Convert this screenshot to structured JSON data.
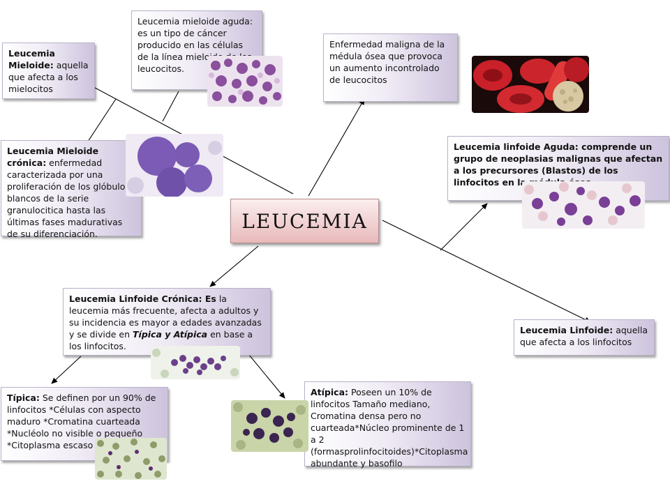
{
  "title": "LEUCEMIA",
  "boxes": {
    "mieloide": {
      "heading": "Leucemia Mieloide:",
      "body": " aquella que afecta a los mielocitos"
    },
    "mieloide_aguda": {
      "text": "Leucemia mieloide aguda: es un tipo de cáncer producido en las células de la línea mieloide de los leucocitos."
    },
    "enfermedad": {
      "text": "Enfermedad maligna de la médula ósea que provoca un aumento incontrolado de leucocitos"
    },
    "mieloide_cronica": {
      "heading": "Leucemia Mieloide crónica:",
      "body": " enfermedad caracterizada por una proliferación de los glóbulos blancos de la serie granulocitica hasta las últimas fases madurativas de su diferenciación."
    },
    "linfoide_aguda": {
      "heading": "Leucemia linfoide Aguda: comprende un grupo de neoplasias malignas que afectan a los precursores (Blastos) de los linfocitos en la médula ósea."
    },
    "linfoide_cronica": {
      "heading": "Leucemia Linfoide Crónica: Es",
      "body1": " la leucemia más frecuente, afecta a adultos y su incidencia es mayor a edades avanzadas y se divide en ",
      "em": "Típica y Atípica",
      "body2": " en base a los linfocitos."
    },
    "linfoide": {
      "heading": "Leucemia Linfoide:",
      "body": " aquella que afecta a los linfocitos"
    },
    "tipica": {
      "heading": "Típica:",
      "body": " Se definen por un 90% de linfocitos *Células con aspecto maduro *Cromatina cuarteada *Nucléolo no visible o pequeño *Citoplasma escaso"
    },
    "atipica": {
      "heading": "Atípica:",
      "body": " Poseen un 10% de linfocitos Tamaño mediano, Cromatina densa pero no cuarteada*Núcleo prominente de 1 a 2 (formasprolinfocitoides)*Citoplasma abundante y basofilo"
    }
  },
  "images": {
    "mieloide_aguda": "blood-smear-purple",
    "red_cells": "red-blood-cells",
    "mieloide_cronica": "purple-blast-cells",
    "linfoide_aguda": "lymphocyte-smear",
    "linfoide_cronica": "lymphocyte-cluster",
    "tipica": "typical-lymphocytes",
    "atipica": "atypical-lymphocytes"
  },
  "colors": {
    "box_gradient_end": "#cdc3dd",
    "center_fill": "#e8b9bb",
    "connector": "#000000"
  }
}
